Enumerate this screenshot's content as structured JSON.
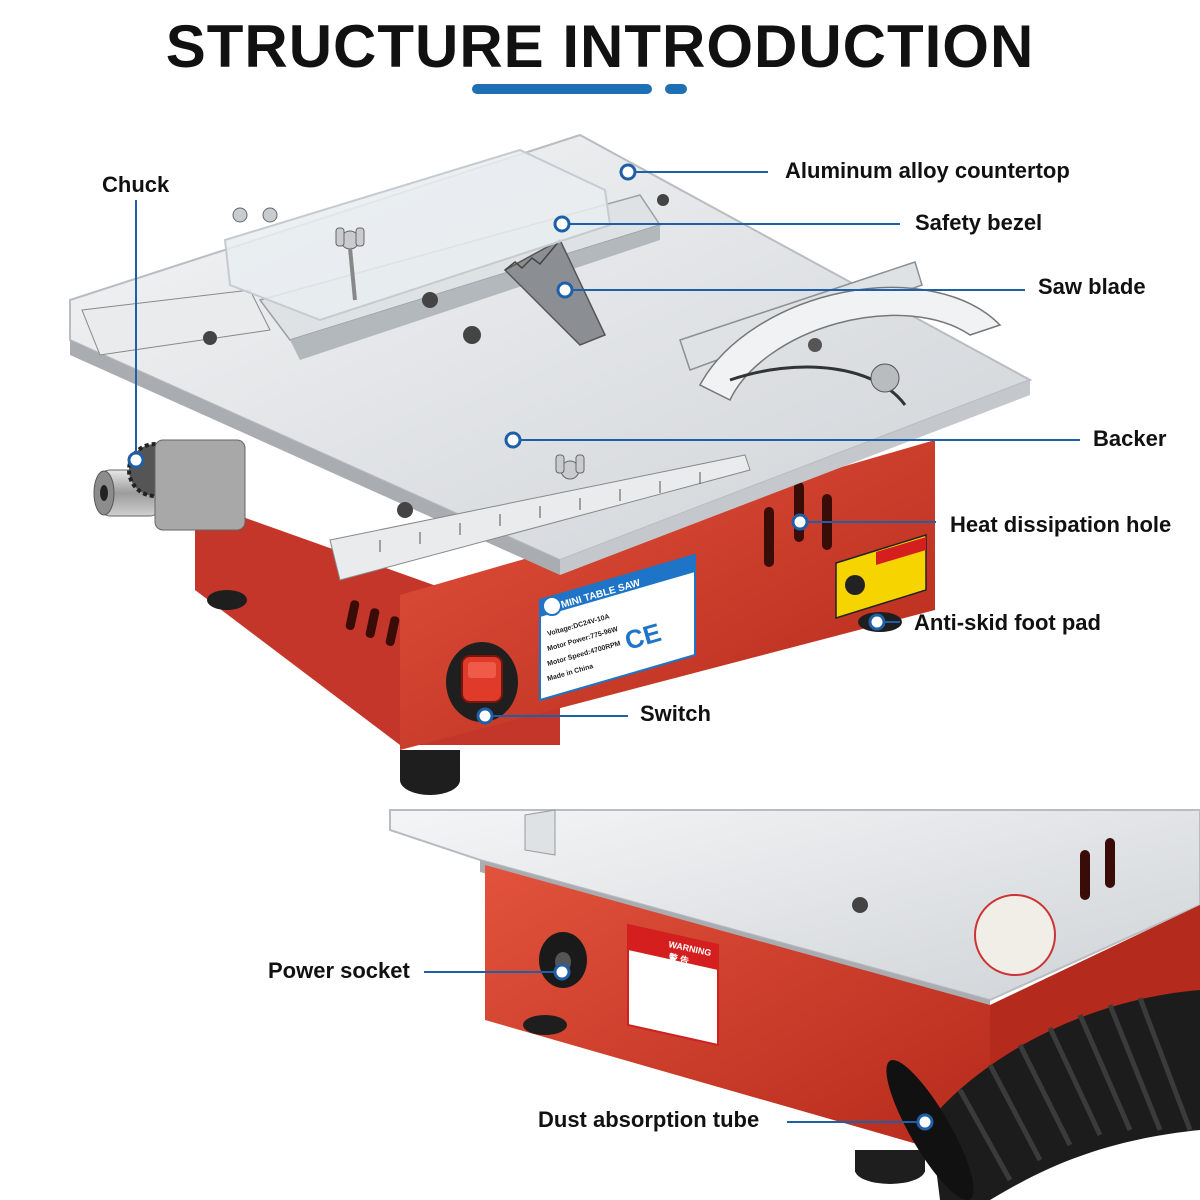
{
  "title": "STRUCTURE INTRODUCTION",
  "accent_color": "#1f6fb5",
  "labels": {
    "chuck": "Chuck",
    "countertop": "Aluminum alloy countertop",
    "safety_bezel": "Safety bezel",
    "saw_blade": "Saw blade",
    "backer": "Backer",
    "heat_hole": "Heat dissipation hole",
    "foot_pad": "Anti-skid foot pad",
    "switch": "Switch",
    "power_socket": "Power socket",
    "dust_tube": "Dust absorption tube"
  },
  "product_label": {
    "name": "MINI TABLE SAW",
    "voltage": "Voltage:DC24V-10A",
    "power": "Motor Power:775-96W",
    "speed": "Motor Speed:4700RPM",
    "origin": "Made in China",
    "mark": "CE"
  },
  "warning_label": {
    "heading": "WARNING",
    "heading_cn": "警 告"
  }
}
